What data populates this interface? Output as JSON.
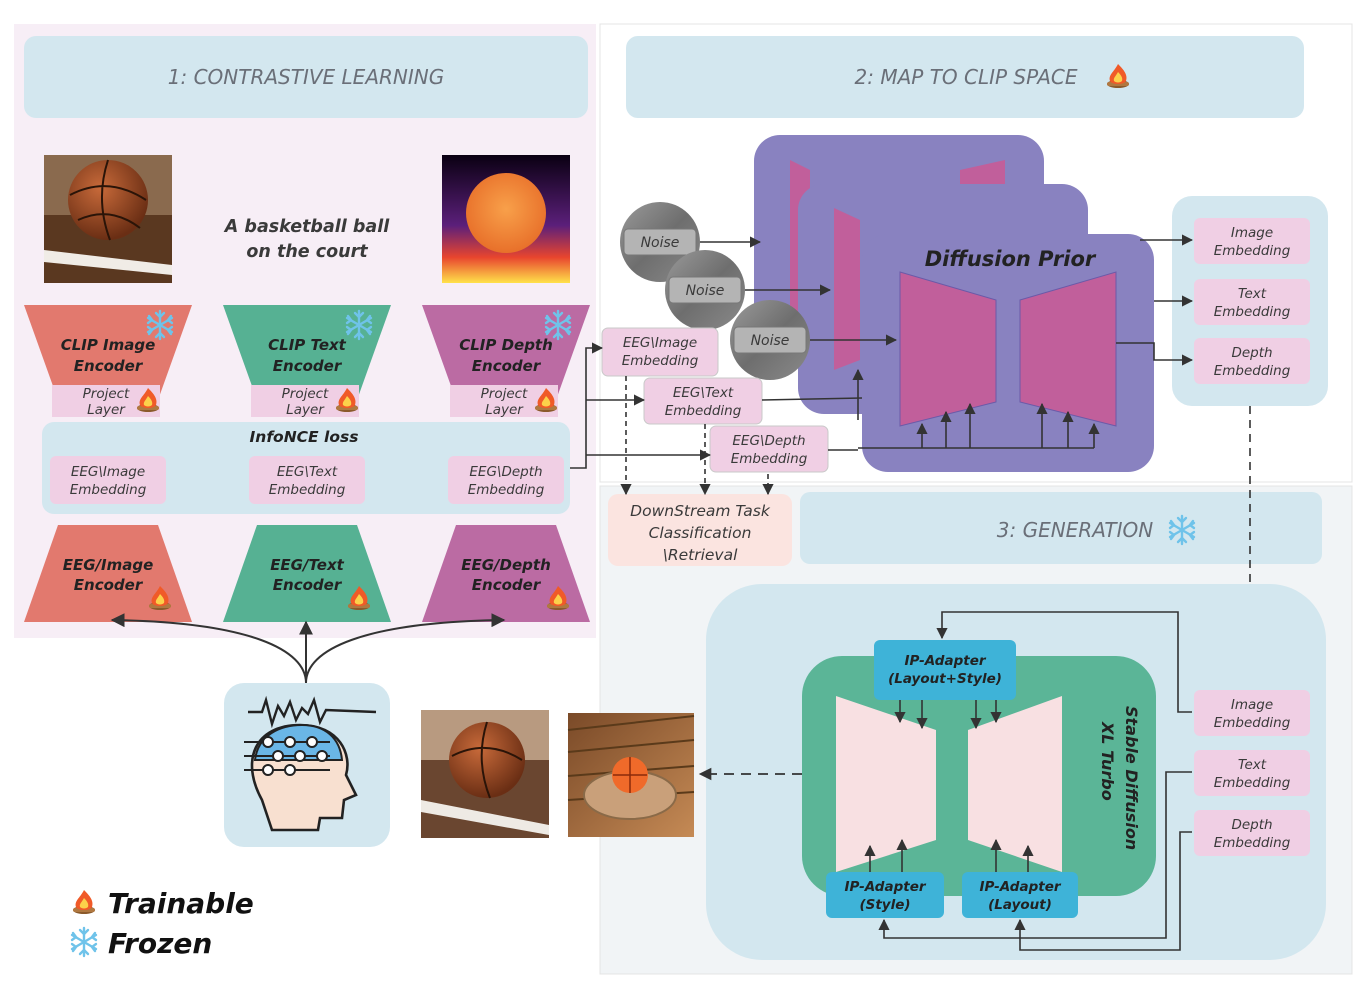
{
  "panels": {
    "contrastive": "1: CONTRASTIVE LEARNING",
    "map": "2: MAP TO CLIP SPACE",
    "generation": "3: GENERATION"
  },
  "caption": {
    "line1": "A basketball ball",
    "line2": "on the court"
  },
  "clip_encoders": [
    {
      "line1": "CLIP Image",
      "line2": "Encoder",
      "color": "#e2796e"
    },
    {
      "line1": "CLIP Text",
      "line2": "Encoder",
      "color": "#56b193"
    },
    {
      "line1": "CLIP Depth",
      "line2": "Encoder",
      "color": "#bb6ba3"
    }
  ],
  "project_layer": {
    "line1": "Project",
    "line2": "Layer"
  },
  "infonce": "InfoNCE loss",
  "eeg_embeddings": [
    {
      "line1": "EEG\\Image",
      "line2": "Embedding"
    },
    {
      "line1": "EEG\\Text",
      "line2": "Embedding"
    },
    {
      "line1": "EEG\\Depth",
      "line2": "Embedding"
    }
  ],
  "eeg_encoders": [
    {
      "line1": "EEG/Image",
      "line2": "Encoder",
      "color": "#e2796e"
    },
    {
      "line1": "EEG/Text",
      "line2": "Encoder",
      "color": "#56b193"
    },
    {
      "line1": "EEG/Depth",
      "line2": "Encoder",
      "color": "#bb6ba3"
    }
  ],
  "noise": "Noise",
  "diffusion_prior": "Diffusion Prior",
  "outputs": [
    {
      "line1": "Image",
      "line2": "Embedding"
    },
    {
      "line1": "Text",
      "line2": "Embedding"
    },
    {
      "line1": "Depth",
      "line2": "Embedding"
    }
  ],
  "downstream": {
    "line1": "DownStream Task",
    "line2": "Classification",
    "line3": "\\Retrieval"
  },
  "ip_adapter_top": {
    "line1": "IP-Adapter",
    "line2": "(Layout+Style)"
  },
  "ip_adapter_style": {
    "line1": "IP-Adapter",
    "line2": "(Style)"
  },
  "ip_adapter_layout": {
    "line1": "IP-Adapter",
    "line2": "(Layout)"
  },
  "sdxl": {
    "line1": "Stable Diffusion",
    "line2": "XL Turbo"
  },
  "legend": {
    "trainable": "Trainable",
    "frozen": "Frozen"
  },
  "colors": {
    "panel_bg": "#f7eef6",
    "header_bg": "#d3e7ef",
    "prior": "#8982c0",
    "prior_inner": "#c15f9b",
    "embed_pink": "#f0cfe4",
    "sdxl": "#5bb597",
    "ip_adapter": "#3eb3d8",
    "unet_light": "#f8e0e2",
    "downstream": "#fbe4e0"
  },
  "icons": {
    "trainable": "fire-icon",
    "frozen": "snowflake-icon",
    "eeg": "eeg-head-icon"
  }
}
